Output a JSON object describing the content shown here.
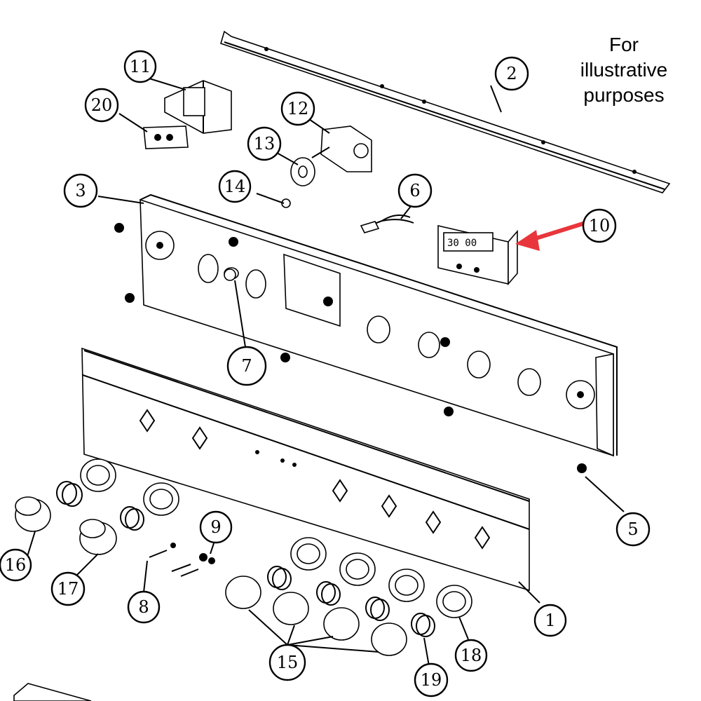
{
  "note": {
    "lines": [
      "For",
      "illustrative",
      "purposes"
    ]
  },
  "timer_display": "30 00",
  "highlight_color": "#e8363c",
  "callouts": [
    {
      "id": "1",
      "label": "1"
    },
    {
      "id": "2",
      "label": "2"
    },
    {
      "id": "3",
      "label": "3"
    },
    {
      "id": "5",
      "label": "5"
    },
    {
      "id": "6",
      "label": "6"
    },
    {
      "id": "7",
      "label": "7"
    },
    {
      "id": "8",
      "label": "8"
    },
    {
      "id": "9",
      "label": "9"
    },
    {
      "id": "10",
      "label": "10"
    },
    {
      "id": "11",
      "label": "11"
    },
    {
      "id": "12",
      "label": "12"
    },
    {
      "id": "13",
      "label": "13"
    },
    {
      "id": "14",
      "label": "14"
    },
    {
      "id": "15",
      "label": "15"
    },
    {
      "id": "16",
      "label": "16"
    },
    {
      "id": "17",
      "label": "17"
    },
    {
      "id": "18",
      "label": "18"
    },
    {
      "id": "19",
      "label": "19"
    },
    {
      "id": "20",
      "label": "20"
    }
  ]
}
